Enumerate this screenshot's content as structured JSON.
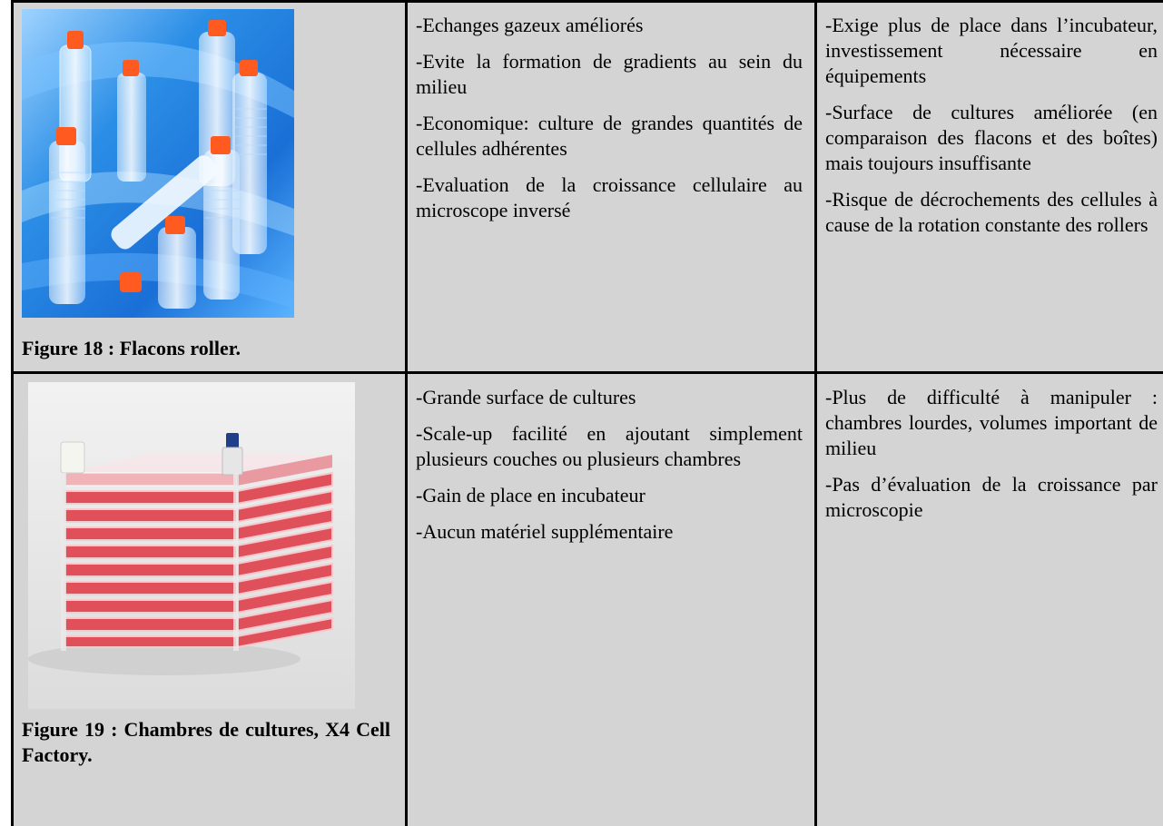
{
  "rows": [
    {
      "figure_caption": "Figure 18 : Flacons roller.",
      "advantages": [
        "-Echanges gazeux améliorés",
        "-Evite la formation de gradients au sein du milieu",
        "-Economique: culture de grandes quantités de cellules adhérentes",
        "-Evaluation de la croissance cellulaire au microscope inversé"
      ],
      "disadvantages": [
        "-Exige plus de place dans l’incubateur, investissement nécessaire en équipements",
        "-Surface de cultures améliorée (en comparaison des flacons et des boîtes) mais toujours insuffisante",
        "-Risque de décrochements des cellules à cause de la rotation constante des rollers"
      ]
    },
    {
      "figure_caption": "Figure 19 : Chambres de cultures, X4 Cell Factory.",
      "advantages": [
        "-Grande surface de cultures",
        "-Scale-up facilité en ajoutant simplement plusieurs couches ou plusieurs chambres",
        "-Gain de place en incubateur",
        "-Aucun matériel supplémentaire"
      ],
      "disadvantages": [
        "-Plus de difficulté à manipuler : chambres lourdes, volumes important de milieu",
        "-Pas d’évaluation de la croissance par microscopie"
      ]
    }
  ],
  "colors": {
    "cell_bg": "#d4d4d4",
    "border": "#000000",
    "roller_bg": "#2a8fe0",
    "cap_orange": "#ff5a1f",
    "factory_medium": "#e0505a"
  }
}
